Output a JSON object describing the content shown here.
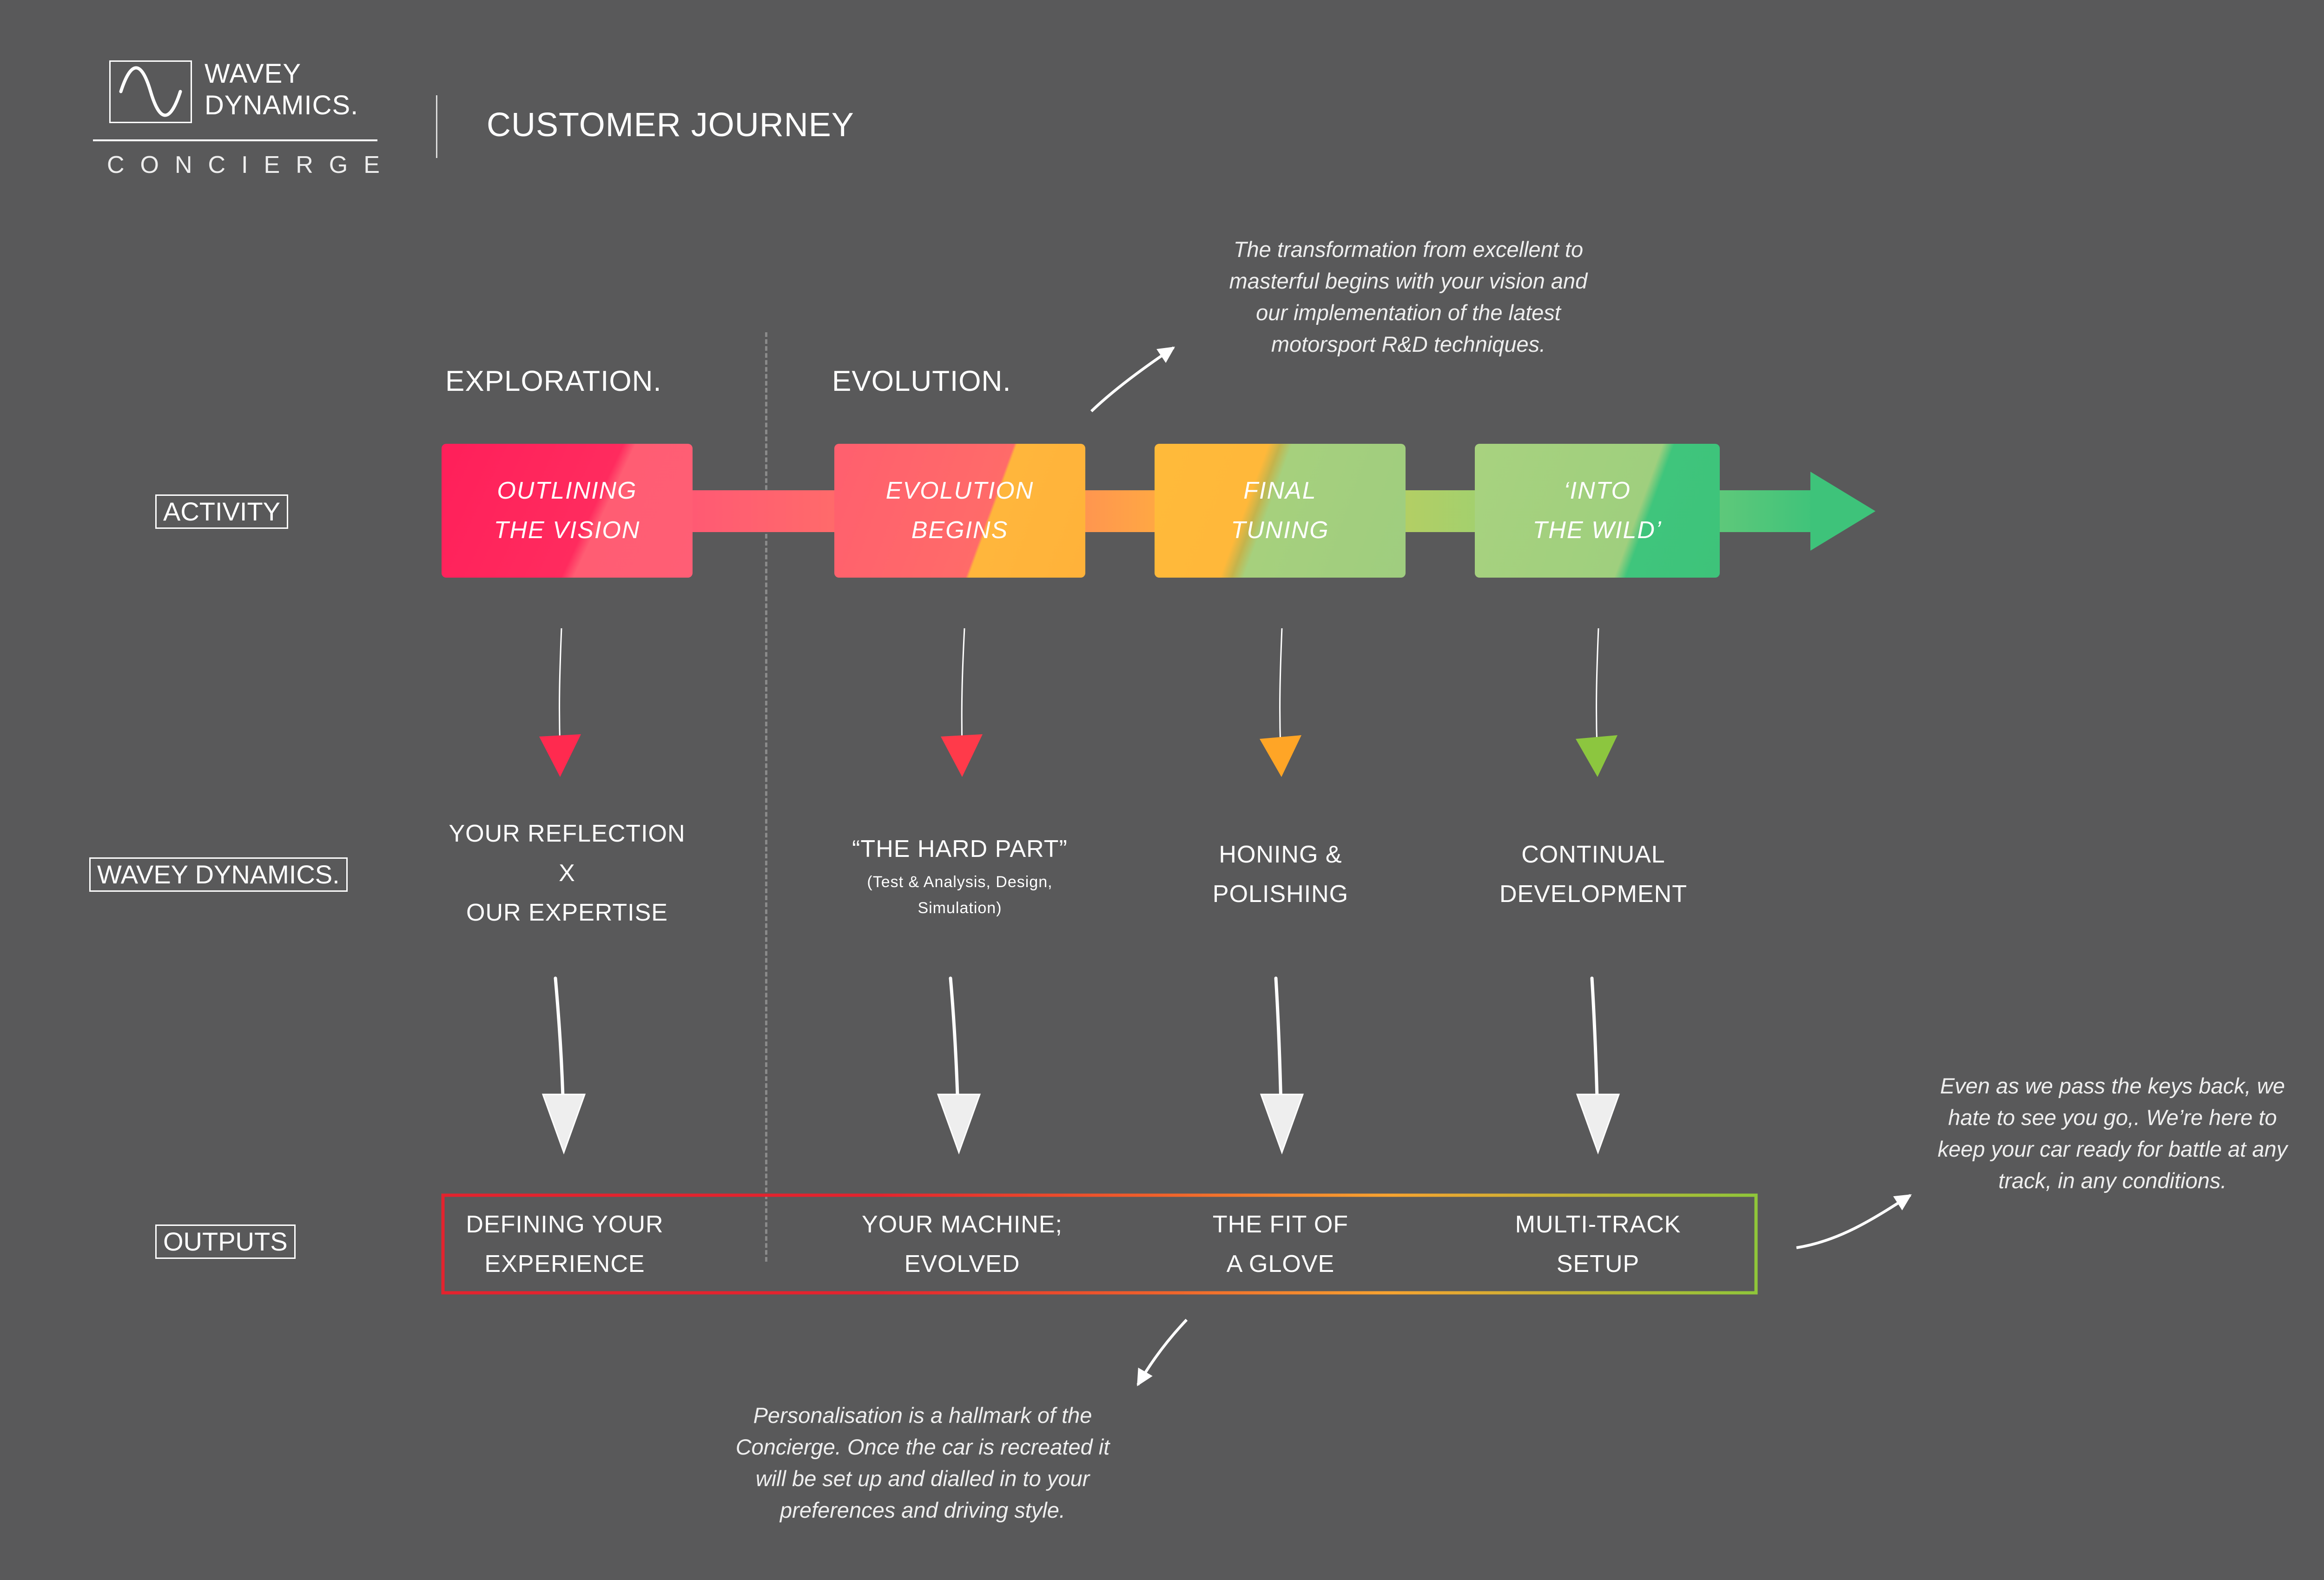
{
  "brand": {
    "name_line1": "WAVEY",
    "name_line2": "DYNAMICS.",
    "subtitle": "CONCIERGE",
    "logo_icon": "sine-wave-icon"
  },
  "page": {
    "title": "CUSTOMER JOURNEY"
  },
  "phases": {
    "exploration": "EXPLORATION.",
    "evolution": "EVOLUTION."
  },
  "row_labels": {
    "activity": "ACTIVITY",
    "wavey": "WAVEY DYNAMICS.",
    "outputs": "OUTPUTS"
  },
  "activities": [
    {
      "line1": "OUTLINING",
      "line2": "THE VISION"
    },
    {
      "line1": "EVOLUTION",
      "line2": "BEGINS"
    },
    {
      "line1": "FINAL",
      "line2": "TUNING"
    },
    {
      "line1": "‘INTO",
      "line2": "THE WILD’"
    }
  ],
  "wavey_steps": [
    {
      "line1": "YOUR REFLECTION",
      "line2": "X",
      "line3": "OUR EXPERTISE"
    },
    {
      "line1": "“THE HARD PART”",
      "detail1": "(Test & Analysis, Design,",
      "detail2": "Simulation)"
    },
    {
      "line1": "HONING &",
      "line2": "POLISHING"
    },
    {
      "line1": "CONTINUAL",
      "line2": "DEVELOPMENT"
    }
  ],
  "outputs": [
    {
      "line1": "DEFINING YOUR",
      "line2": "EXPERIENCE"
    },
    {
      "line1": "YOUR MACHINE;",
      "line2": "EVOLVED"
    },
    {
      "line1": "THE FIT OF",
      "line2": "A GLOVE"
    },
    {
      "line1": "MULTI-TRACK",
      "line2": "SETUP"
    }
  ],
  "notes": {
    "top": [
      "The transformation from excellent to",
      "masterful begins with your vision and",
      "our implementation of the latest",
      "motorsport R&D techniques."
    ],
    "right": [
      "Even as we pass the keys back, we",
      "hate to see you go,. We’re here to",
      "keep your car ready for battle at any",
      "track, in any conditions."
    ],
    "bottom": [
      "Personalisation is a hallmark of the",
      "Concierge. Once the car is recreated it",
      "will be set up and dialled in to your",
      "preferences and driving style."
    ]
  },
  "colors": {
    "background": "#59595a",
    "red": "#ff2a5f",
    "coral": "#ff6f6a",
    "orange": "#ffb83a",
    "light_green": "#a4d07f",
    "green": "#3ec37a"
  }
}
